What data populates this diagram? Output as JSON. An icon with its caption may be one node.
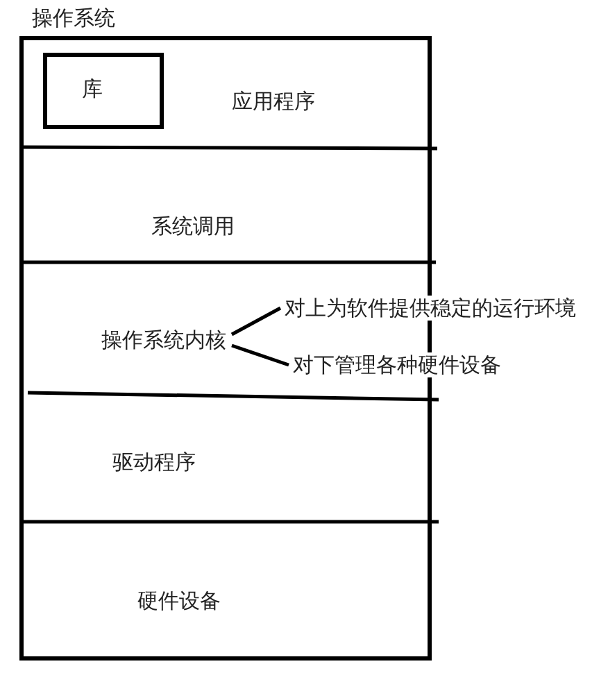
{
  "diagram": {
    "nodes": [
      {
        "text": [
          "操作系统"
        ]
      },
      {
        "text": [
          "应用程序"
        ],
        "in": 0
      },
      {
        "text": [
          "库"
        ],
        "in": 1
      },
      {
        "text": [
          "系统调用"
        ],
        "in": 0
      },
      {
        "text": [
          "操作系统内核"
        ],
        "in": 0
      },
      {
        "text": [
          "驱动程序"
        ],
        "in": 0
      },
      {
        "text": [
          "硬件设备"
        ],
        "in": 0
      },
      {
        "text": [
          "对上为软件提供稳定的运行环境"
        ]
      },
      {
        "text": [
          "对下管理各种硬件设备"
        ]
      }
    ],
    "edges": [
      {
        "from": 4,
        "to": 7,
        "arrow": "none"
      },
      {
        "from": 4,
        "to": 8,
        "arrow": "none"
      }
    ]
  }
}
